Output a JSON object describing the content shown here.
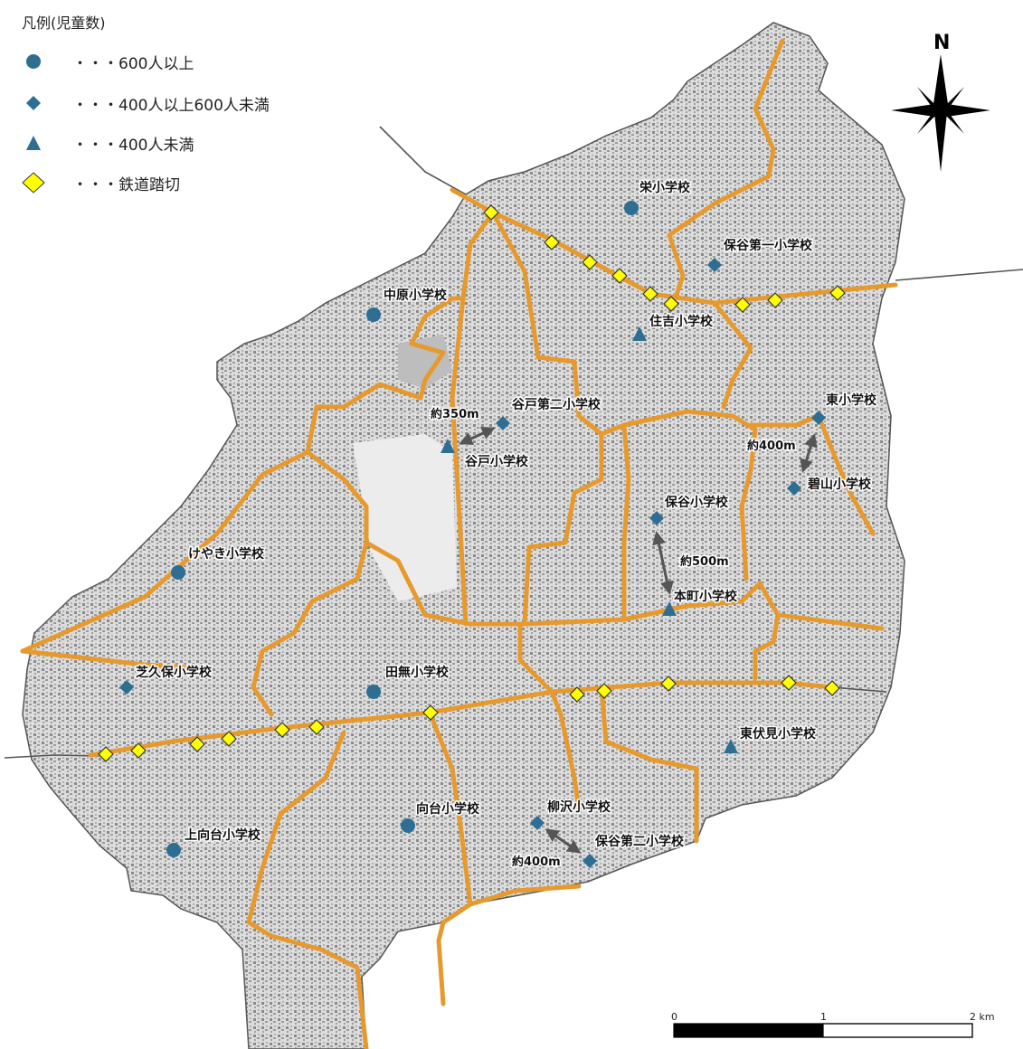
{
  "legend": {
    "title": "凡例(児童数)",
    "items": [
      {
        "symbol": "circle",
        "label": "・・・600人以上"
      },
      {
        "symbol": "diamond",
        "label": "・・・400人以上600人未満"
      },
      {
        "symbol": "triangle",
        "label": "・・・400人未満"
      },
      {
        "symbol": "crossing",
        "label": "・・・鉄道踏切"
      }
    ]
  },
  "colors": {
    "school_marker": "#2e6e93",
    "boundary": "#e69a2e",
    "crossing_fill": "#ffff00",
    "map_fill": "#d2d2d2",
    "road": "#666666"
  },
  "north": {
    "label": "N"
  },
  "scale": {
    "ticks": [
      "0",
      "1",
      "2 km"
    ]
  },
  "schools": [
    {
      "name": "栄小学校",
      "symbol": "circle"
    },
    {
      "name": "保谷第一小学校",
      "symbol": "diamond"
    },
    {
      "name": "中原小学校",
      "symbol": "circle"
    },
    {
      "name": "住吉小学校",
      "symbol": "triangle"
    },
    {
      "name": "谷戸第二小学校",
      "symbol": "diamond"
    },
    {
      "name": "谷戸小学校",
      "symbol": "triangle"
    },
    {
      "name": "東小学校",
      "symbol": "diamond"
    },
    {
      "name": "碧山小学校",
      "symbol": "diamond"
    },
    {
      "name": "保谷小学校",
      "symbol": "diamond"
    },
    {
      "name": "本町小学校",
      "symbol": "triangle"
    },
    {
      "name": "けやき小学校",
      "symbol": "circle"
    },
    {
      "name": "芝久保小学校",
      "symbol": "diamond"
    },
    {
      "name": "田無小学校",
      "symbol": "circle"
    },
    {
      "name": "東伏見小学校",
      "symbol": "triangle"
    },
    {
      "name": "向台小学校",
      "symbol": "circle"
    },
    {
      "name": "柳沢小学校",
      "symbol": "diamond"
    },
    {
      "name": "保谷第二小学校",
      "symbol": "diamond"
    },
    {
      "name": "上向台小学校",
      "symbol": "circle"
    }
  ],
  "distances": [
    "約350m",
    "約400m",
    "約500m",
    "約400m"
  ]
}
